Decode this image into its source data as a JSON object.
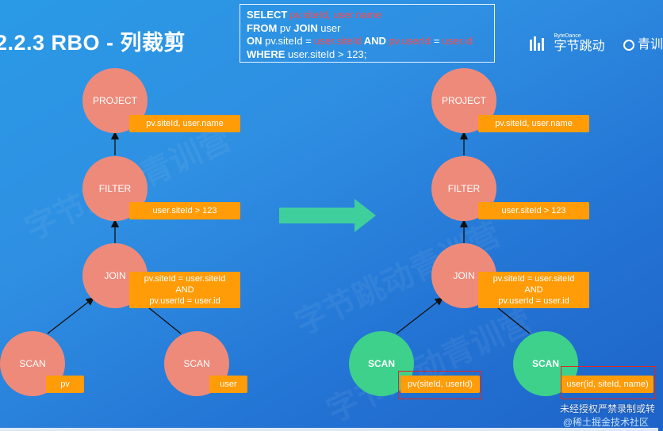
{
  "slide": {
    "title": "2.2.3  RBO - 列裁剪",
    "sql": {
      "line1_kw": "SELECT",
      "line1_rest": " pv.siteId, user.name",
      "line2_kw": "FROM",
      "line2_rest1": " pv ",
      "line2_kw2": "JOIN",
      "line2_rest2": " user",
      "line3_kw": "ON",
      "line3_a": " pv.siteId = ",
      "line3_b": "user.siteId",
      "line3_kw2": " AND ",
      "line3_c": "pv.userId",
      "line3_d": " = ",
      "line3_e": "user.id",
      "line4_kw": "WHERE",
      "line4_rest": " user.siteId > 123;"
    },
    "logos": {
      "bytedance_small": "ByteDance",
      "bytedance_big": "字节跳动",
      "qingxun": "青训"
    },
    "watermark": {
      "notice": "未经授权严禁录制或转",
      "source": "@稀土掘金技术社区",
      "bg_text": "字节跳动青训营"
    },
    "colors": {
      "node_red": "#ee8a7a",
      "node_green": "#3dd18c",
      "label_orange": "#ff9c07",
      "highlight": "#e0261f",
      "arrow_green": "#3fcf9c"
    }
  },
  "left_tree": {
    "project": {
      "name": "PROJECT",
      "label": "pv.siteId, user.name"
    },
    "filter": {
      "name": "FILTER",
      "label": "user.siteId > 123"
    },
    "join": {
      "name": "JOIN",
      "label1": "pv.siteId = user.siteId",
      "label2": "AND",
      "label3": "pv.userId = user.id"
    },
    "scan_left": {
      "name": "SCAN",
      "label": "pv"
    },
    "scan_right": {
      "name": "SCAN",
      "label": "user"
    }
  },
  "right_tree": {
    "project": {
      "name": "PROJECT",
      "label": "pv.siteId, user.name"
    },
    "filter": {
      "name": "FILTER",
      "label": "user.siteId > 123"
    },
    "join": {
      "name": "JOIN",
      "label1": "pv.siteId = user.siteId",
      "label2": "AND",
      "label3": "pv.userId = user.id"
    },
    "scan_left": {
      "name": "SCAN",
      "label": "pv(siteId, userId)"
    },
    "scan_right": {
      "name": "SCAN",
      "label": "user(id, siteId, name)"
    }
  }
}
